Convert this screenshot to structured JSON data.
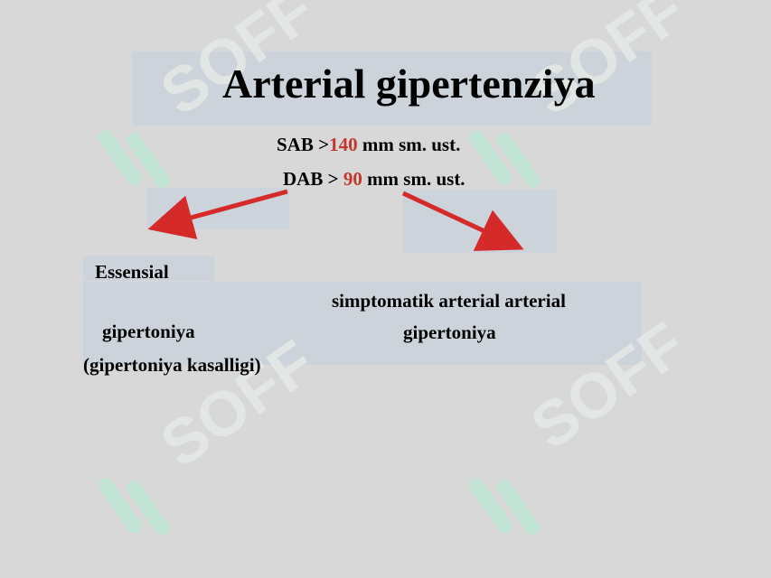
{
  "title": "Arterial gipertenziya",
  "criteria": {
    "sab_prefix": "SAB >",
    "sab_value": "140",
    "sab_unit": " mm sm. ust.",
    "dab_prefix": "DAB > ",
    "dab_value": "90",
    "dab_unit": " mm sm. ust."
  },
  "left_branch": {
    "line1": "Essensial",
    "line2": "gipertoniya",
    "line3": "(gipertoniya kasalligi)"
  },
  "right_branch": {
    "line1": "simptomatik arterial arterial",
    "line2": "gipertoniya"
  },
  "watermark": {
    "text": "SOFF",
    "color": "#bfe8d6"
  },
  "colors": {
    "accent": "#c0392b",
    "arrow": "#d42a2a",
    "background": "#d8d8d8"
  }
}
